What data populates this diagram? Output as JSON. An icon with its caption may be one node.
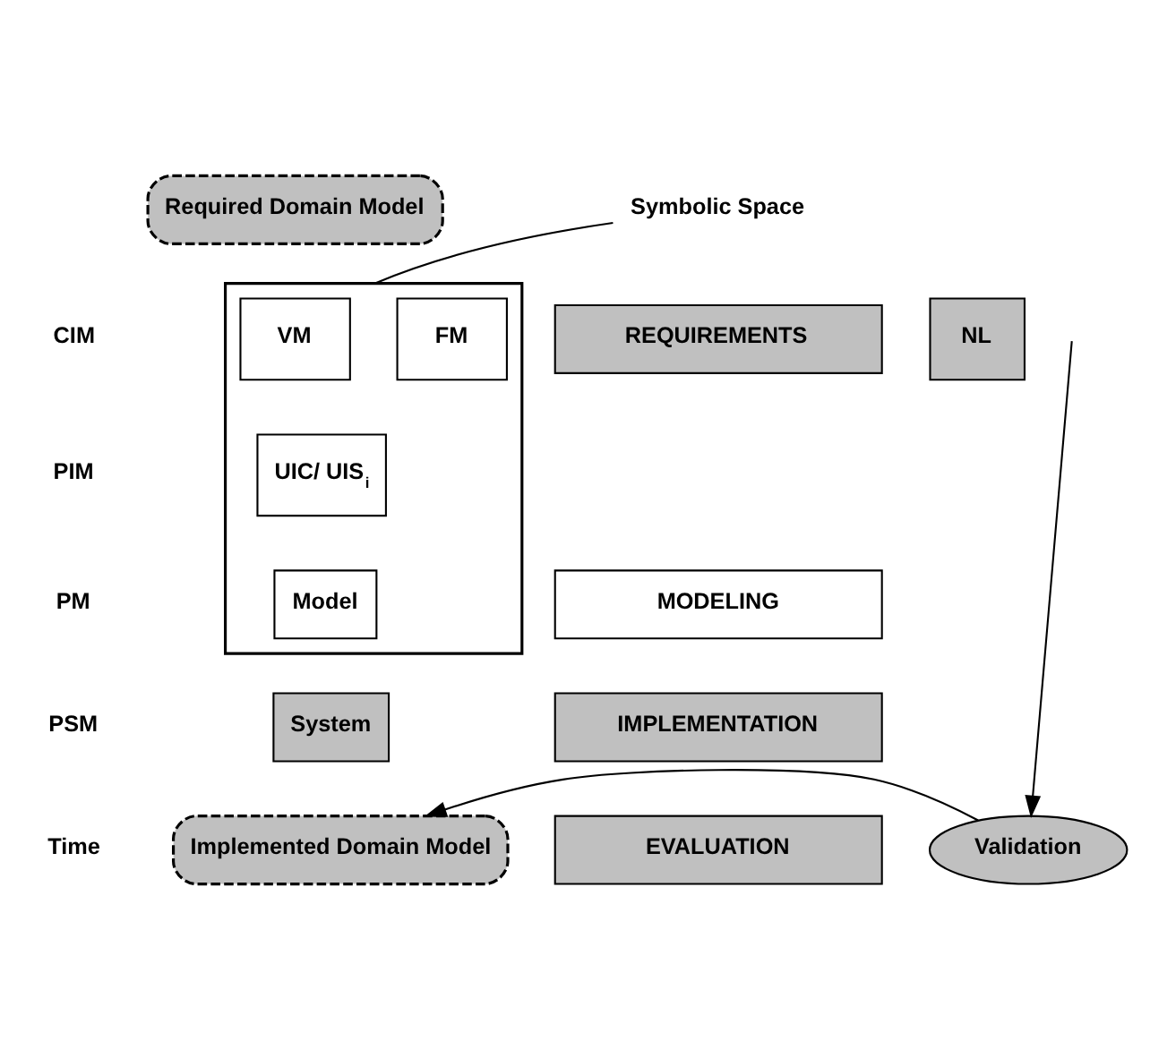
{
  "diagram": {
    "nodes": [
      {
        "text": [
          "Symbolic Space"
        ]
      },
      {
        "text": [
          "Required Domain Model"
        ]
      },
      {
        "text": [
          "REQUIREMENTS"
        ]
      },
      {
        "text": [
          "NL"
        ]
      },
      {
        "text": [],
        "shape": "box"
      },
      {
        "text": [
          "VM"
        ],
        "in": 4
      },
      {
        "text": [
          "FM"
        ],
        "in": 4
      },
      {
        "text": [
          "UIC/ UIS$_{i}$"
        ],
        "in": 4
      },
      {
        "text": [
          "MODELING"
        ]
      },
      {
        "text": [
          "Model"
        ],
        "in": 4
      },
      {
        "text": [
          "IMPLEMENTATION"
        ]
      },
      {
        "text": [
          "System"
        ]
      },
      {
        "text": [
          "EVALUATION"
        ]
      },
      {
        "text": [
          "Implemented Domain Model"
        ]
      },
      {
        "text": [
          "Validation"
        ]
      }
    ],
    "edges": [
      {
        "from": 0,
        "to": 4,
        "arrow": "none"
      },
      {
        "from": null,
        "to": 14,
        "arrow": "to"
      },
      {
        "from": 14,
        "to": 13,
        "arrow": "to"
      }
    ],
    "labels": [
      "CIM",
      "PIM",
      "PM",
      "PSM",
      "Time"
    ]
  }
}
